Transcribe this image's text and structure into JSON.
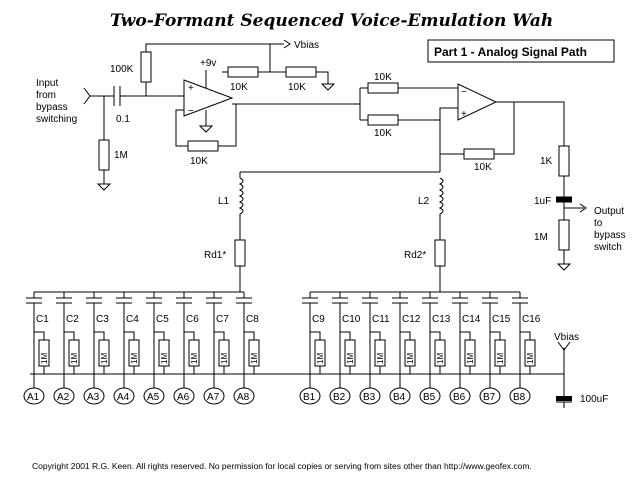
{
  "title": "Two-Formant Sequenced Voice-Emulation Wah",
  "part_label": "Part 1 - Analog Signal Path",
  "input_label": [
    "Input",
    "from",
    "bypass",
    "switching"
  ],
  "output_label": [
    "Output",
    "to",
    "bypass",
    "switch"
  ],
  "vbias_top": "Vbias",
  "vbias_bottom": "Vbias",
  "supply": "+9v",
  "components": {
    "r100k": "100K",
    "cin": "0.1",
    "r1m_in": "1M",
    "r10k_a": "10K",
    "r10k_b": "10K",
    "r10k_fb1": "10K",
    "r10k_mix1": "10K",
    "r10k_mix2": "10K",
    "r10k_fb2": "10K",
    "r1k_out": "1K",
    "c1uf": "1uF",
    "r1m_out": "1M",
    "l1": "L1",
    "l2": "L2",
    "rd1": "Rd1*",
    "rd2": "Rd2*",
    "c100uf": "100uF",
    "bank_res": "1M"
  },
  "caps_a": [
    "C1",
    "C2",
    "C3",
    "C4",
    "C5",
    "C6",
    "C7",
    "C8"
  ],
  "caps_b": [
    "C9",
    "C10",
    "C11",
    "C12",
    "C13",
    "C14",
    "C15",
    "C16"
  ],
  "nodes_a": [
    "A1",
    "A2",
    "A3",
    "A4",
    "A5",
    "A6",
    "A7",
    "A8"
  ],
  "nodes_b": [
    "B1",
    "B2",
    "B3",
    "B4",
    "B5",
    "B6",
    "B7",
    "B8"
  ],
  "copyright": "Copyright 2001 R.G. Keen. All rights reserved. No permission for local copies or serving from sites other than http://www.geofex.com."
}
